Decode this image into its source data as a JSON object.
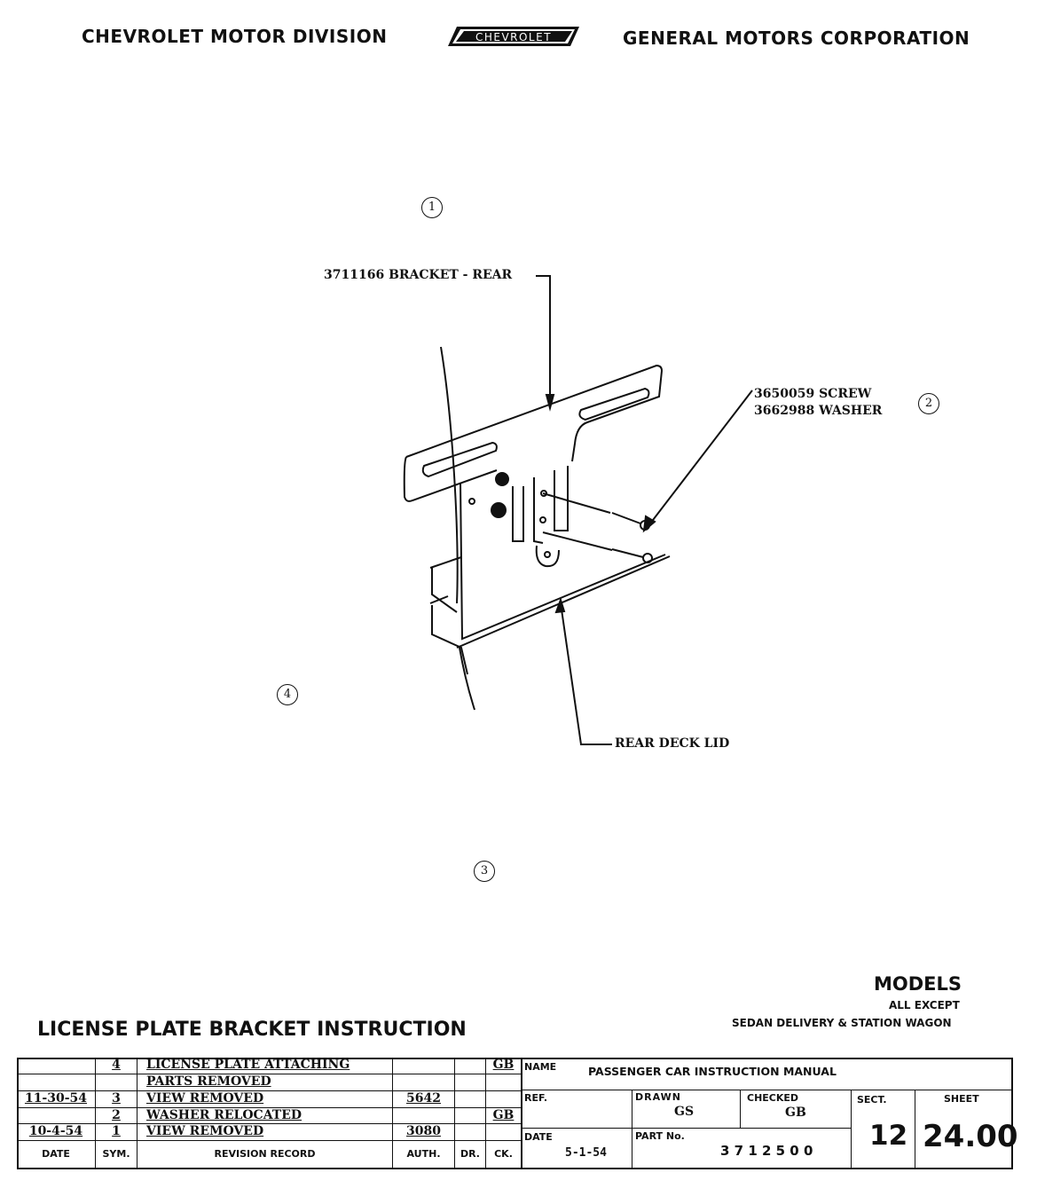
{
  "header": {
    "left": "CHEVROLET MOTOR DIVISION",
    "logo": "CHEVROLET",
    "right": "GENERAL MOTORS CORPORATION"
  },
  "callouts": {
    "c1": "1",
    "c2": "2",
    "c3": "3",
    "c4": "4"
  },
  "labels": {
    "bracket": "3711166 BRACKET - REAR",
    "screw": "3650059 SCREW",
    "washer": "3662988 WASHER",
    "deck": "REAR DECK LID"
  },
  "title": "LICENSE PLATE BRACKET INSTRUCTION",
  "models": {
    "heading": "MODELS",
    "line1": "ALL EXCEPT",
    "line2": "SEDAN DELIVERY & STATION WAGON"
  },
  "revisions": [
    {
      "date": "",
      "sym": "4",
      "record": "LICENSE PLATE ATTACHING",
      "auth": "",
      "dr": "",
      "ck": "GB"
    },
    {
      "date": "",
      "sym": "",
      "record": "PARTS REMOVED",
      "auth": "",
      "dr": "",
      "ck": ""
    },
    {
      "date": "11-30-54",
      "sym": "3",
      "record": "VIEW REMOVED",
      "auth": "5642",
      "dr": "",
      "ck": ""
    },
    {
      "date": "",
      "sym": "2",
      "record": "WASHER RELOCATED",
      "auth": "",
      "dr": "",
      "ck": "GB"
    },
    {
      "date": "10-4-54",
      "sym": "1",
      "record": "VIEW REMOVED",
      "auth": "3080",
      "dr": "",
      "ck": ""
    }
  ],
  "rev_headers": {
    "date": "DATE",
    "sym": "SYM.",
    "record": "REVISION RECORD",
    "auth": "AUTH.",
    "dr": "DR.",
    "ck": "CK."
  },
  "block": {
    "name_label": "NAME",
    "name": "PASSENGER CAR INSTRUCTION MANUAL",
    "ref_label": "REF.",
    "drawn_label": "DRAWN",
    "drawn": "GS",
    "checked_label": "CHECKED",
    "checked": "GB",
    "sect_label": "SECT.",
    "sect": "12",
    "sheet_label": "SHEET",
    "sheet": "24.00",
    "date_label": "DATE",
    "date": "5-1-54",
    "part_label": "PART No.",
    "part": "3 7 1 2 5 0 0"
  }
}
